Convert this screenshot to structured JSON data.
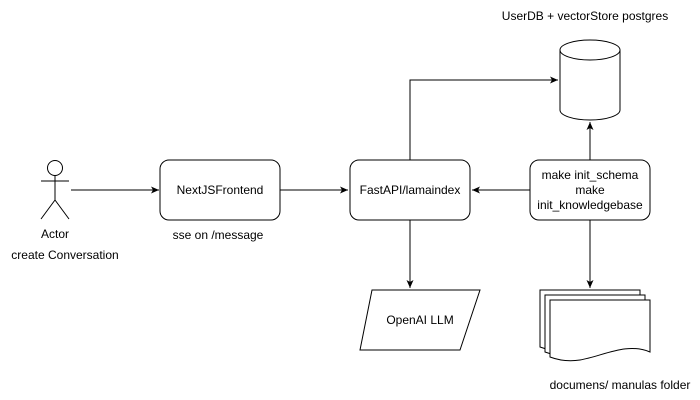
{
  "actor": {
    "label": "Actor",
    "caption": "create Conversation"
  },
  "nodes": {
    "frontend": {
      "label": "NextJSFrontend",
      "caption": "sse on /message"
    },
    "backend": {
      "label": "FastAPI/lamaindex"
    },
    "llm": {
      "label": "OpenAI LLM"
    },
    "init": {
      "lines": [
        "make init_schema",
        "make",
        "init_knowledgebase"
      ]
    },
    "database": {
      "caption": "UserDB + vectorStore postgres"
    },
    "documents": {
      "caption": "documens/ manulas folder"
    }
  },
  "edges": [
    {
      "from": "Actor",
      "to": "NextJSFrontend"
    },
    {
      "from": "NextJSFrontend",
      "to": "FastAPI/lamaindex"
    },
    {
      "from": "FastAPI/lamaindex",
      "to": "UserDB + vectorStore postgres"
    },
    {
      "from": "FastAPI/lamaindex",
      "to": "OpenAI LLM"
    },
    {
      "from": "make init_schema",
      "to": "FastAPI/lamaindex"
    },
    {
      "from": "make init_schema",
      "to": "UserDB + vectorStore postgres"
    },
    {
      "from": "make init_schema",
      "to": "documens/ manulas folder"
    }
  ],
  "colors": {
    "stroke": "#000000",
    "fill": "#ffffff",
    "text": "#000000"
  }
}
